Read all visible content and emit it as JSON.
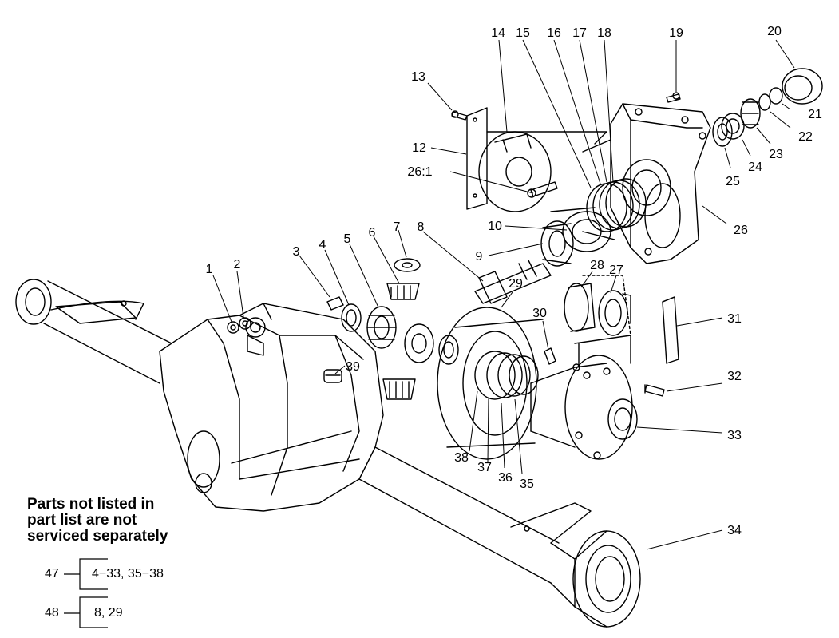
{
  "callouts": [
    "1",
    "2",
    "3",
    "4",
    "5",
    "6",
    "7",
    "8",
    "9",
    "10",
    "12",
    "13",
    "14",
    "15",
    "16",
    "17",
    "18",
    "19",
    "20",
    "21",
    "22",
    "23",
    "24",
    "25",
    "26",
    "26:1",
    "27",
    "28",
    "29",
    "30",
    "31",
    "32",
    "33",
    "34",
    "35",
    "36",
    "37",
    "38",
    "39"
  ],
  "note": {
    "line1": "Parts not listed in",
    "line2": "part list are not",
    "line3": "serviced separately"
  },
  "kits": [
    {
      "number": "47",
      "parts": "4−33, 35−38"
    },
    {
      "number": "48",
      "parts": "8, 29"
    }
  ]
}
